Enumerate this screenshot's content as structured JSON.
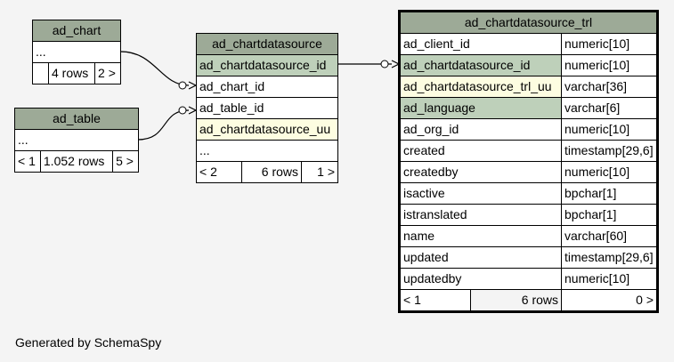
{
  "ad_chart": {
    "title": "ad_chart",
    "rows": [
      "..."
    ],
    "footer": [
      "",
      "4 rows",
      "2 >"
    ]
  },
  "ad_table": {
    "title": "ad_table",
    "rows": [
      "..."
    ],
    "footer": [
      "< 1",
      "1.052 rows",
      "5 >"
    ]
  },
  "ad_chartdatasource": {
    "title": "ad_chartdatasource",
    "rows": [
      "ad_chartdatasource_id",
      "ad_chart_id",
      "ad_table_id",
      "ad_chartdatasource_uu",
      "..."
    ],
    "footer": [
      "< 2",
      "6 rows",
      "1 >"
    ]
  },
  "ad_chartdatasource_trl": {
    "title": "ad_chartdatasource_trl",
    "columns": [
      {
        "name": "ad_client_id",
        "type": "numeric[10]"
      },
      {
        "name": "ad_chartdatasource_id",
        "type": "numeric[10]"
      },
      {
        "name": "ad_chartdatasource_trl_uu",
        "type": "varchar[36]"
      },
      {
        "name": "ad_language",
        "type": "varchar[6]"
      },
      {
        "name": "ad_org_id",
        "type": "numeric[10]"
      },
      {
        "name": "created",
        "type": "timestamp[29,6]"
      },
      {
        "name": "createdby",
        "type": "numeric[10]"
      },
      {
        "name": "isactive",
        "type": "bpchar[1]"
      },
      {
        "name": "istranslated",
        "type": "bpchar[1]"
      },
      {
        "name": "name",
        "type": "varchar[60]"
      },
      {
        "name": "updated",
        "type": "timestamp[29,6]"
      },
      {
        "name": "updatedby",
        "type": "numeric[10]"
      }
    ],
    "footer": [
      "< 1",
      "6 rows",
      "0 >"
    ]
  },
  "footer_text": "Generated by SchemaSpy",
  "colors": {
    "header": "#9daa97",
    "key": "#bed0ba",
    "unique": "#fdfde1",
    "background": "#f4f4f4"
  }
}
